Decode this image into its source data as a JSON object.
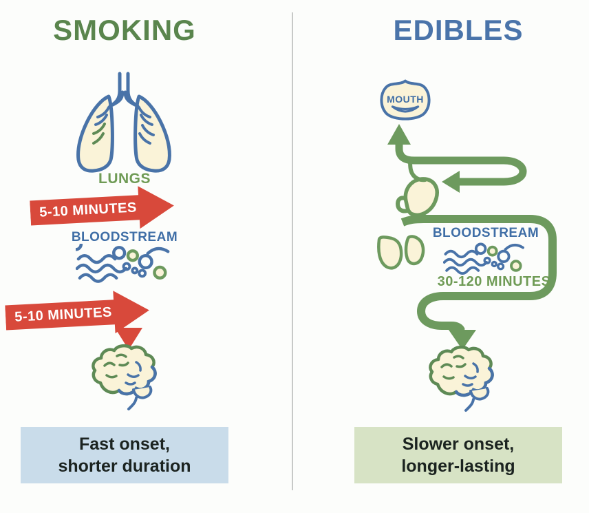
{
  "smoking": {
    "title": "SMOKING",
    "lungs_label": "LUNGS",
    "arrow_top_label": "5-10 MINUTES",
    "bloodstream_label": "BLOODSTREAM",
    "arrow_bottom_label": "5-10 MINUTES",
    "summary_line1": "Fast onset,",
    "summary_line2": "shorter duration"
  },
  "edibles": {
    "title": "EDIBLES",
    "mouth_label": "MOUTH",
    "bloodstream_label": "BLOODSTREAM",
    "duration_label": "30-120 MINUTES",
    "summary_line1": "Slower onset,",
    "summary_line2": "longer-lasting"
  },
  "colors": {
    "green_title": "#5a854d",
    "green_labels": "#6f9b55",
    "green_path": "#6d9a5e",
    "blue_title": "#4a74aa",
    "blue_outline": "#4973a8",
    "red_arrow": "#d8493b",
    "cream_fill": "#faf3d8",
    "summary_blue_bg": "#c9dcea",
    "summary_green_bg": "#d7e3c5",
    "summary_text": "#1b2320",
    "divider": "#c7c9c7"
  },
  "icons": {
    "left": [
      "lungs-icon",
      "bloodstream-icon",
      "right-arrow-icon",
      "down-arrowhead-icon",
      "brain-icon"
    ],
    "right": [
      "mouth-icon",
      "digestion-path-icon",
      "stomach-icon",
      "liver-icon",
      "bloodstream-icon",
      "brain-icon"
    ]
  }
}
